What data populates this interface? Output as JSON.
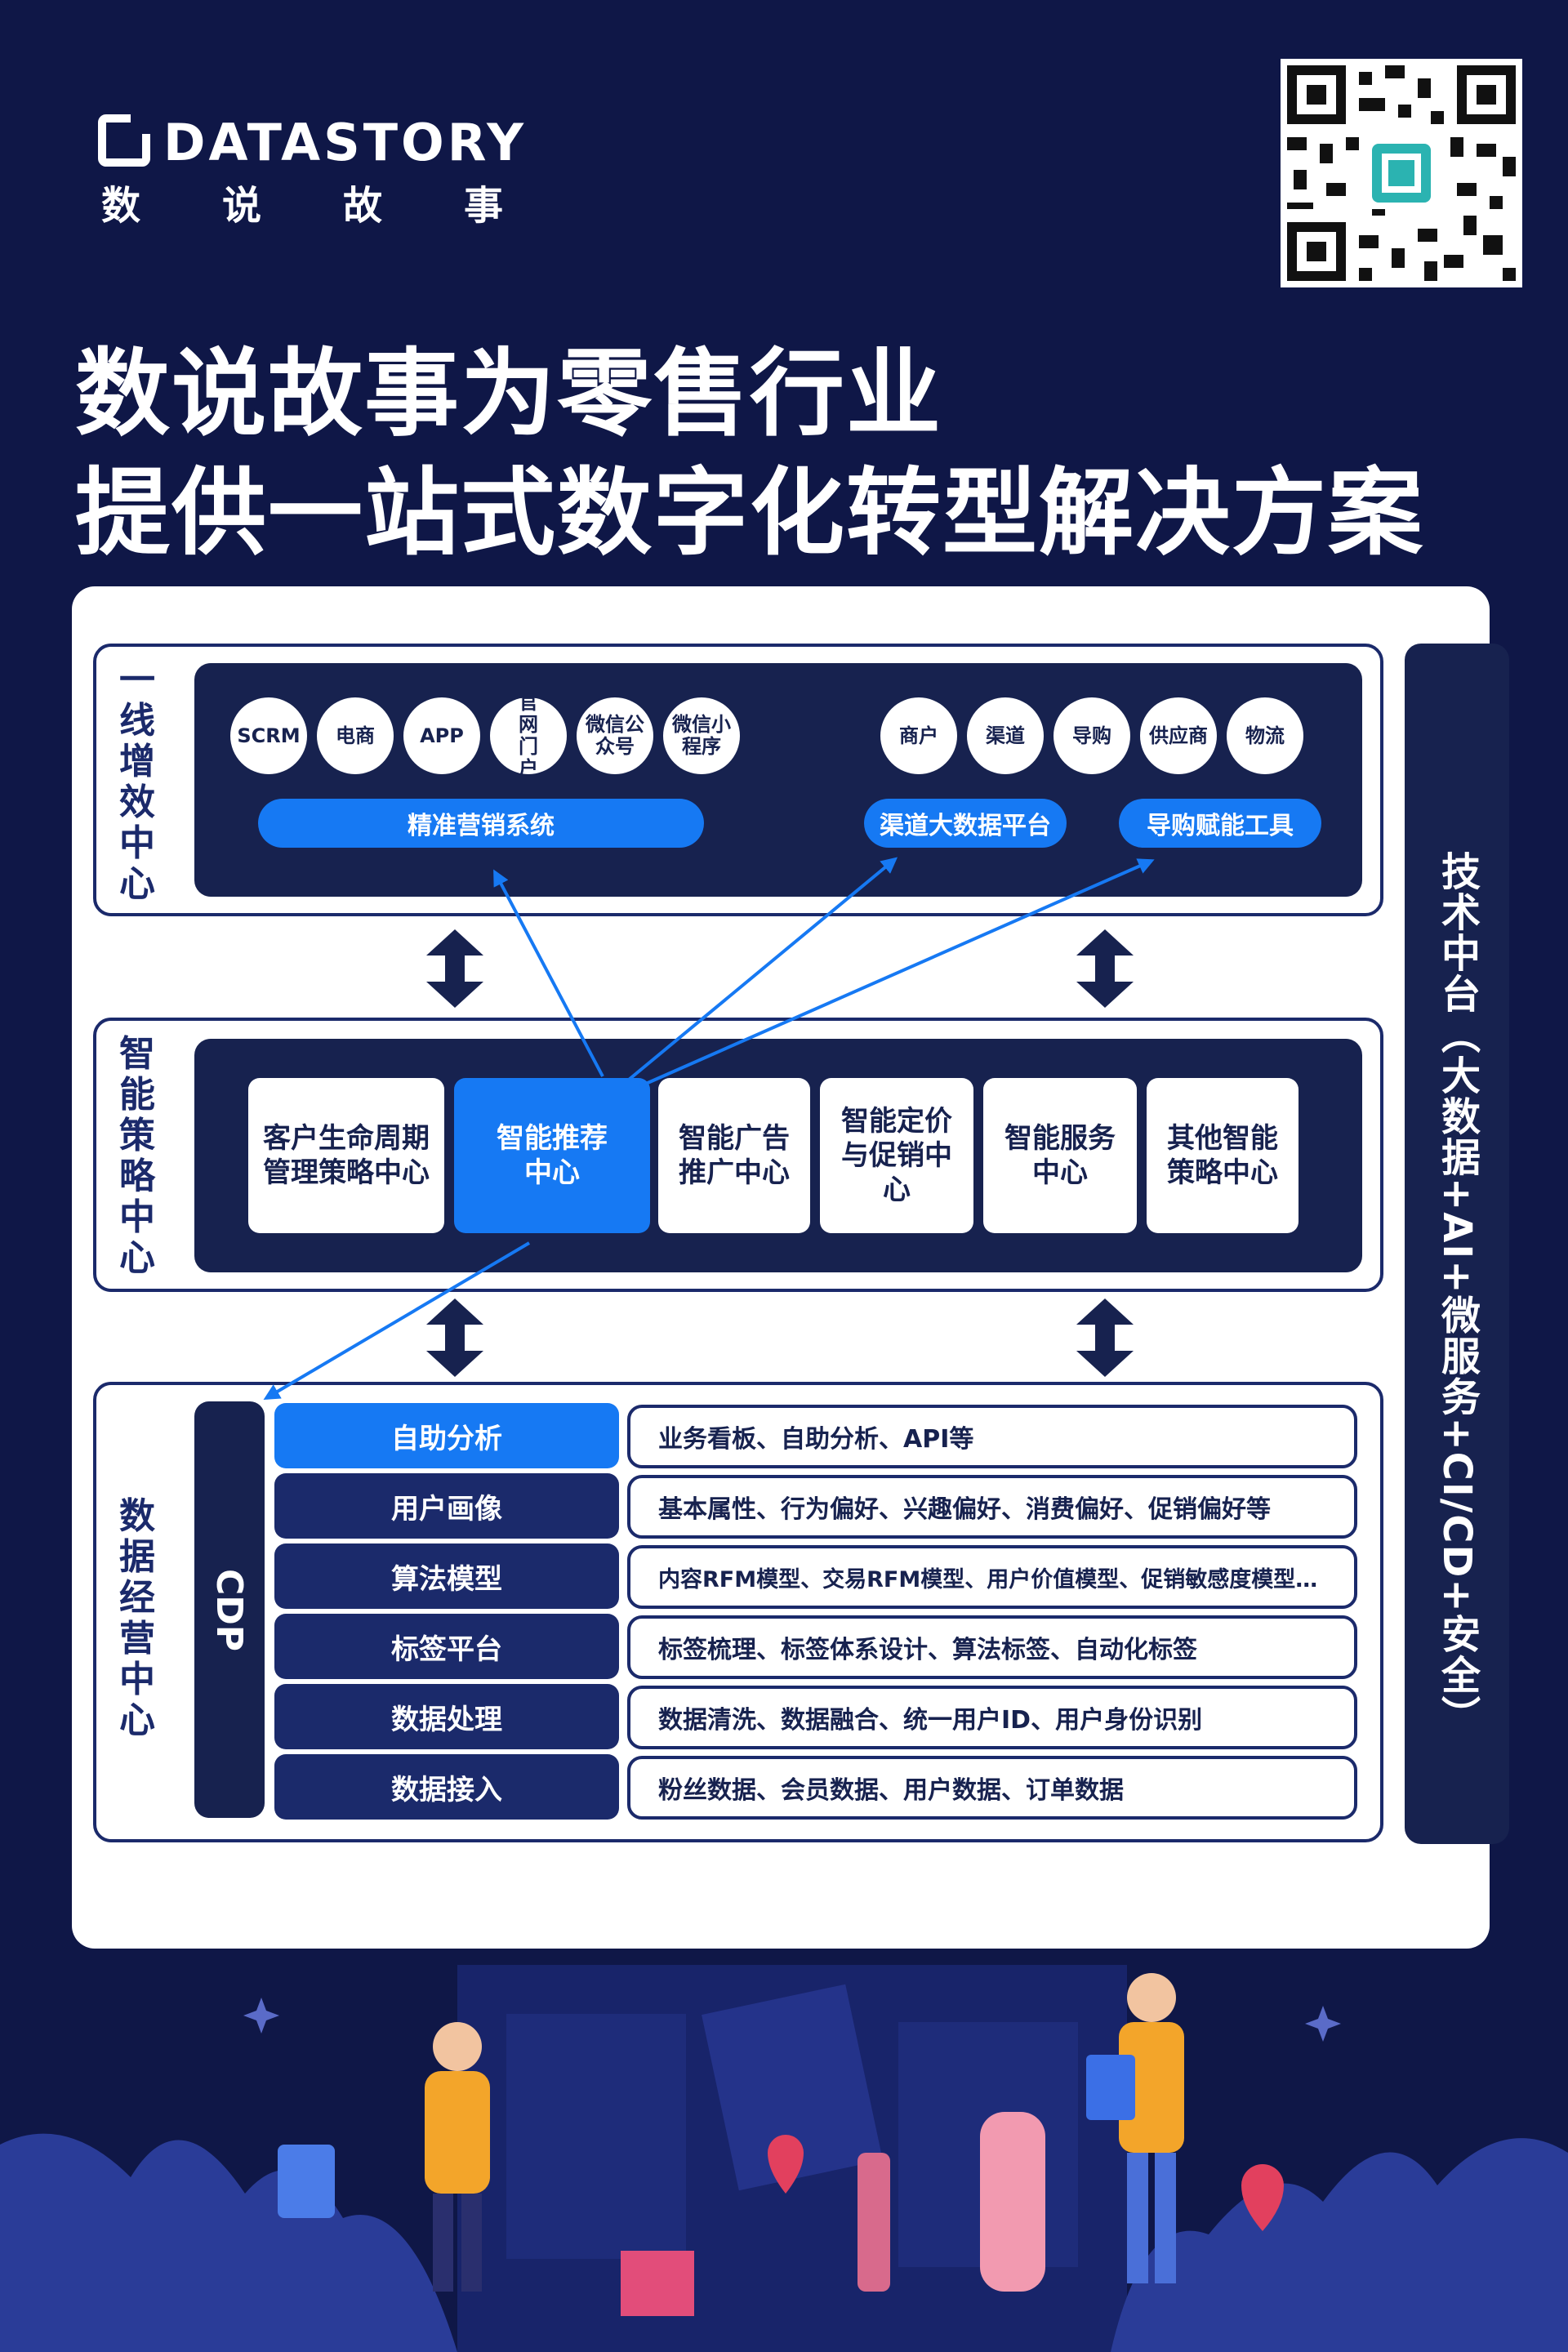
{
  "brand": {
    "name": "DATASTORY",
    "name_cn": "数说故事"
  },
  "headline": {
    "line1": "数说故事为零售行业",
    "line2": "提供一站式数字化转型解决方案"
  },
  "sections": {
    "frontline": {
      "label": "一线增效中心",
      "channels_left": [
        "SCRM",
        "电商",
        "APP",
        "官网门户",
        "微信公众号",
        "微信小程序"
      ],
      "channels_right": [
        "商户",
        "渠道",
        "导购",
        "供应商",
        "物流"
      ],
      "systems": [
        "精准营销系统",
        "渠道大数据平台",
        "导购赋能工具"
      ]
    },
    "strategy": {
      "label": "智能策略中心",
      "centers": [
        "客户生命周期管理策略中心",
        "智能推荐中心",
        "智能广告推广中心",
        "智能定价与促销中心",
        "智能服务中心",
        "其他智能策略中心"
      ]
    },
    "data_ops": {
      "label": "数据经营中心",
      "cdp": "CDP",
      "rows": [
        {
          "title": "自助分析",
          "desc": "业务看板、自助分析、API等"
        },
        {
          "title": "用户画像",
          "desc": "基本属性、行为偏好、兴趣偏好、消费偏好、促销偏好等"
        },
        {
          "title": "算法模型",
          "desc": "内容RFM模型、交易RFM模型、用户价值模型、促销敏感度模型…"
        },
        {
          "title": "标签平台",
          "desc": "标签梳理、标签体系设计、算法标签、自动化标签"
        },
        {
          "title": "数据处理",
          "desc": "数据清洗、数据融合、统一用户ID、用户身份识别"
        },
        {
          "title": "数据接入",
          "desc": "粉丝数据、会员数据、用户数据、订单数据"
        }
      ]
    }
  },
  "tech_platform": "技术中台（大数据+AI+微服务+CI/CD+安全）",
  "colors": {
    "navy": "#0f1747",
    "dark_panel": "#17224f",
    "accent_blue": "#1679f3"
  }
}
